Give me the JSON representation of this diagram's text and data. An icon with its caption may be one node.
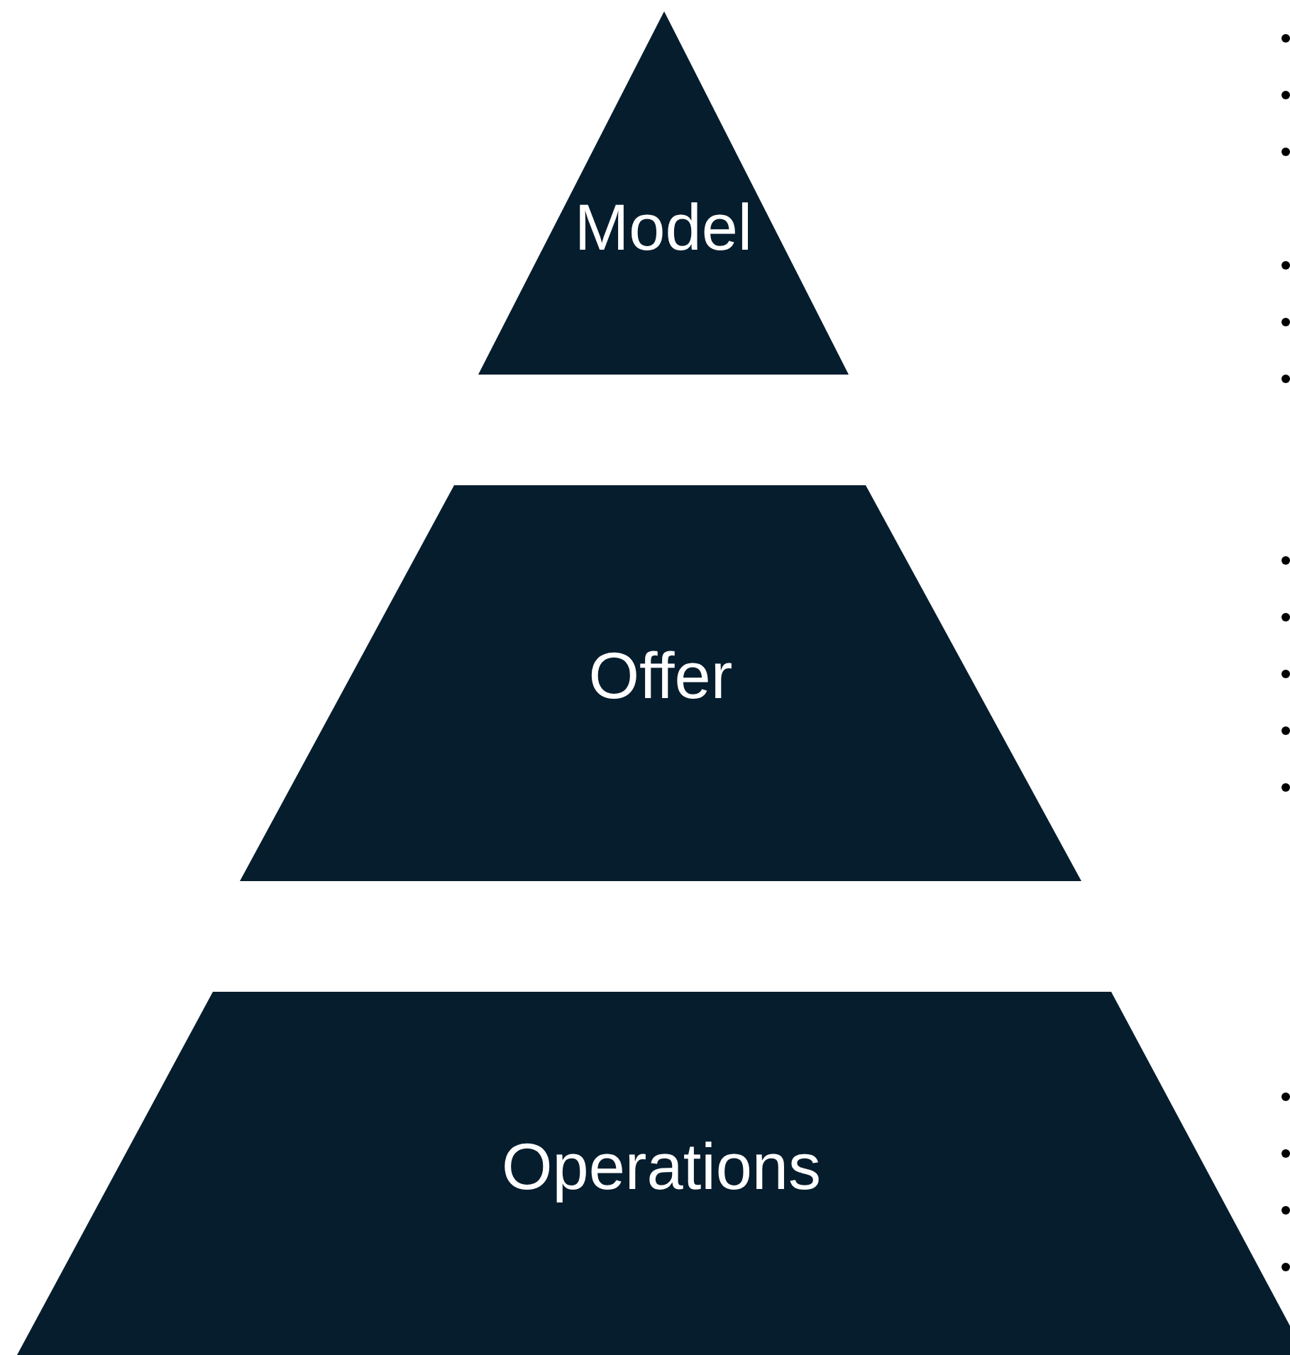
{
  "diagram": {
    "nodes": [
      {
        "text": [
          "Model"
        ]
      },
      {
        "text": [
          "Offer"
        ]
      },
      {
        "text": [
          "Operations"
        ]
      }
    ]
  }
}
